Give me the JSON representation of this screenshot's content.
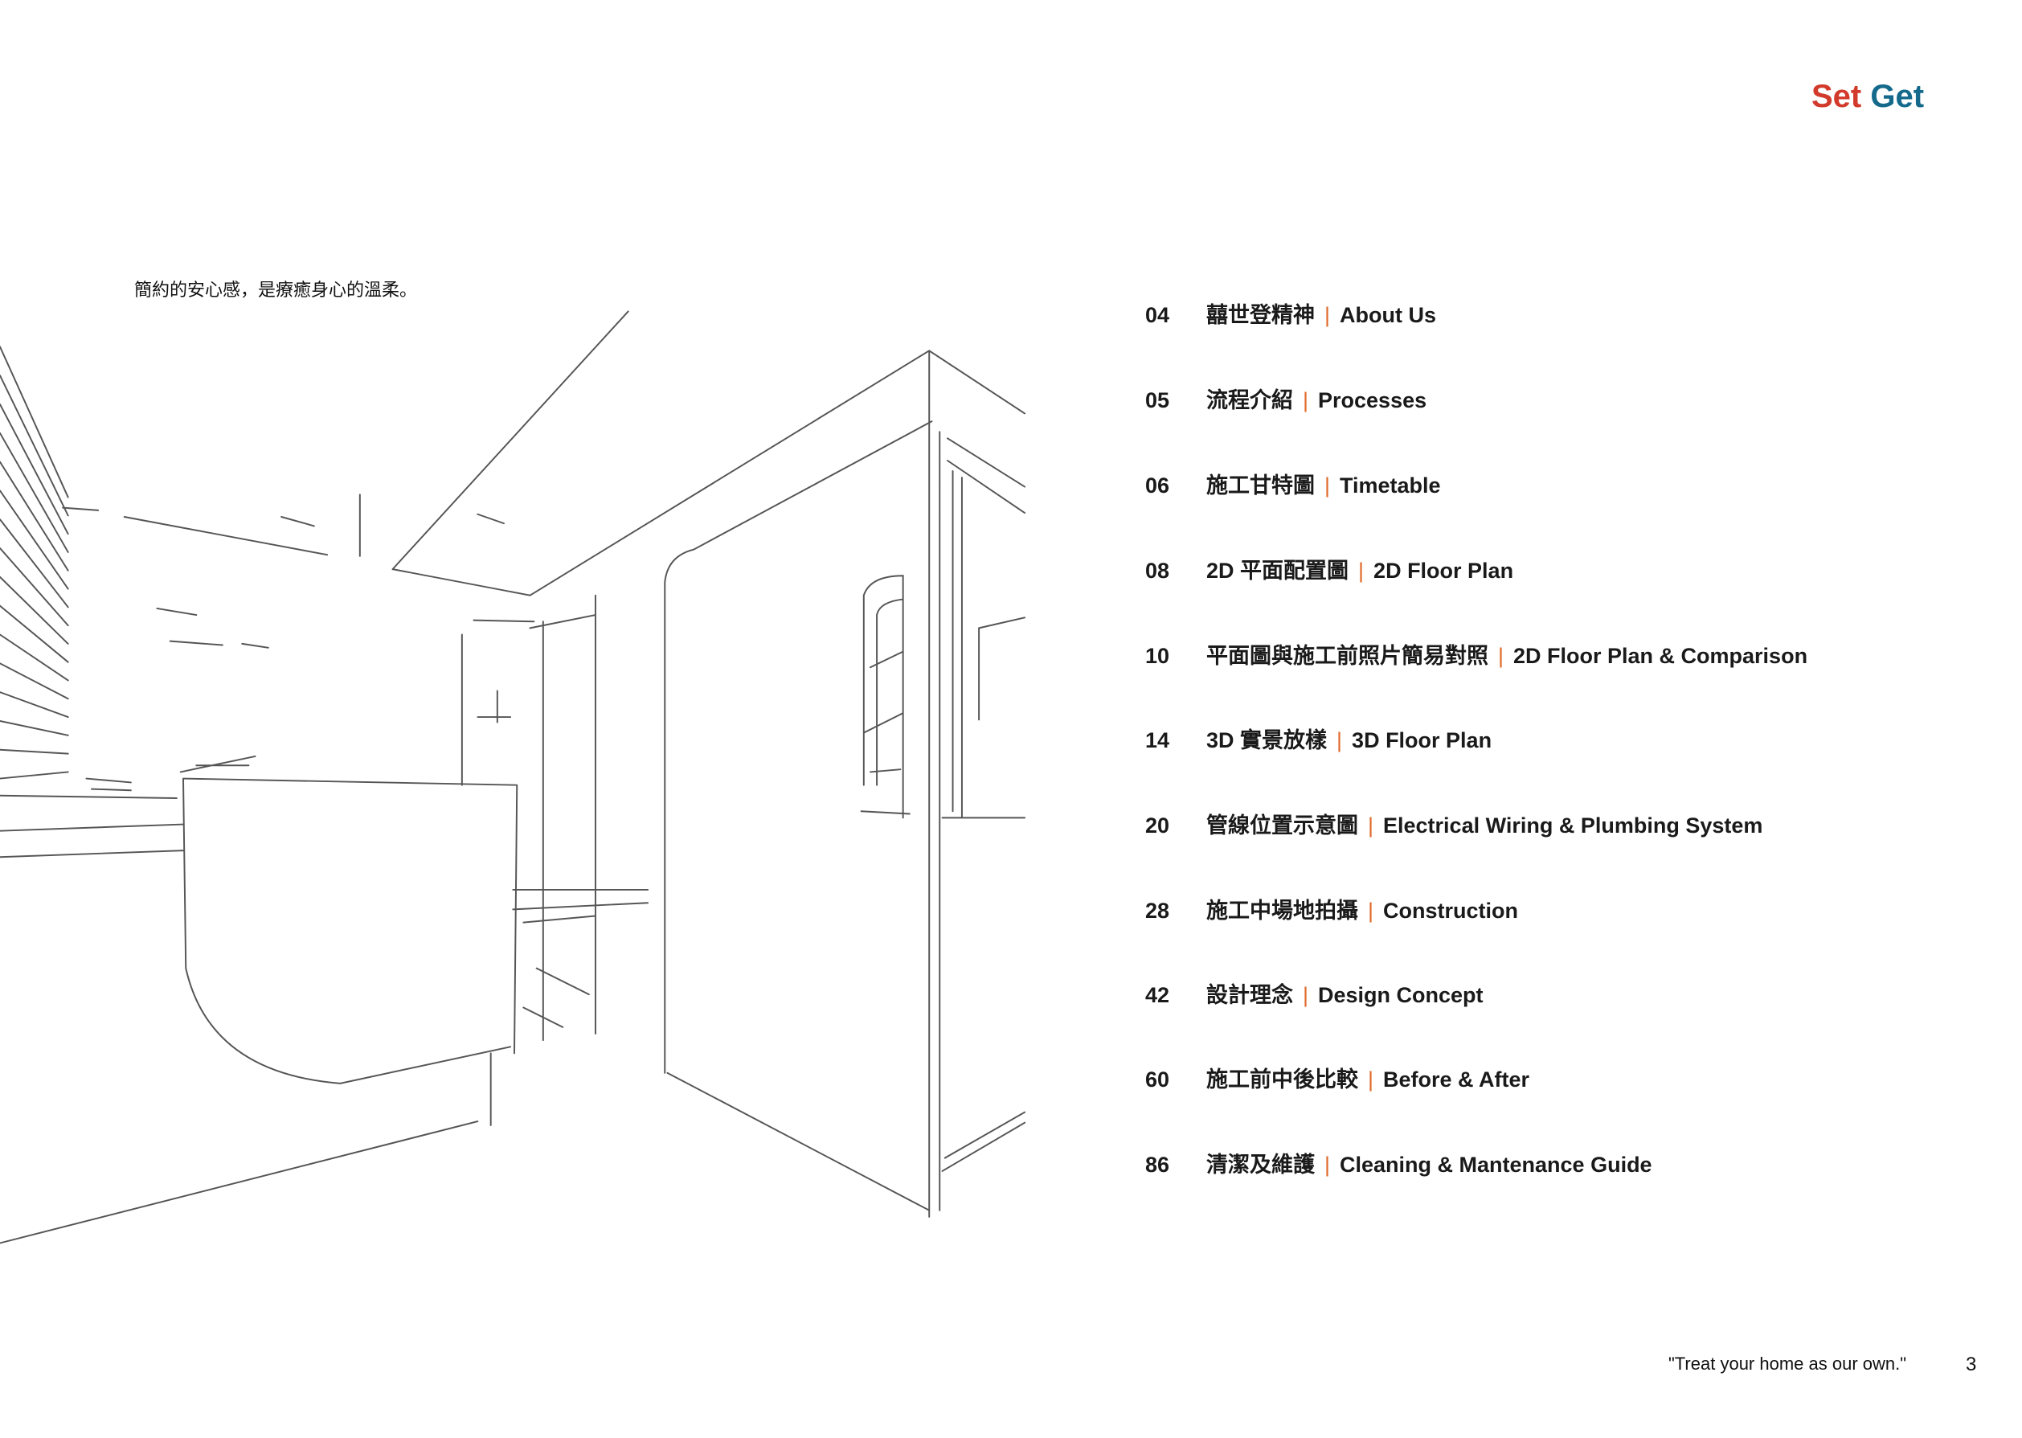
{
  "logo": {
    "set": "Set",
    "get": "Get",
    "colors": {
      "set": "#d23a2c",
      "get": "#156a8c",
      "dot": "#e8a020"
    }
  },
  "tagline": "簡約的安心感，是療癒身心的溫柔。",
  "toc": [
    {
      "page": "04",
      "zh": "囍世登精神",
      "en": "About Us"
    },
    {
      "page": "05",
      "zh": "流程介紹",
      "en": "Processes"
    },
    {
      "page": "06",
      "zh": "施工甘特圖",
      "en": "Timetable"
    },
    {
      "page": "08",
      "zh": "2D 平面配置圖",
      "en": "2D Floor Plan"
    },
    {
      "page": "10",
      "zh": "平面圖與施工前照片簡易對照",
      "en": "2D Floor Plan & Comparison"
    },
    {
      "page": "14",
      "zh": "3D 實景放樣",
      "en": "3D Floor Plan"
    },
    {
      "page": "20",
      "zh": "管線位置示意圖",
      "en": "Electrical Wiring & Plumbing System"
    },
    {
      "page": "28",
      "zh": "施工中場地拍攝",
      "en": "Construction"
    },
    {
      "page": "42",
      "zh": "設計理念",
      "en": "Design Concept"
    },
    {
      "page": "60",
      "zh": "施工前中後比較",
      "en": "Before & After"
    },
    {
      "page": "86",
      "zh": "清潔及維護",
      "en": "Cleaning & Mantenance Guide"
    }
  ],
  "separator": "|",
  "accent": "#e06a2a",
  "footer": {
    "quote": "\"Treat your home as our own.\"",
    "page_number": "3"
  }
}
